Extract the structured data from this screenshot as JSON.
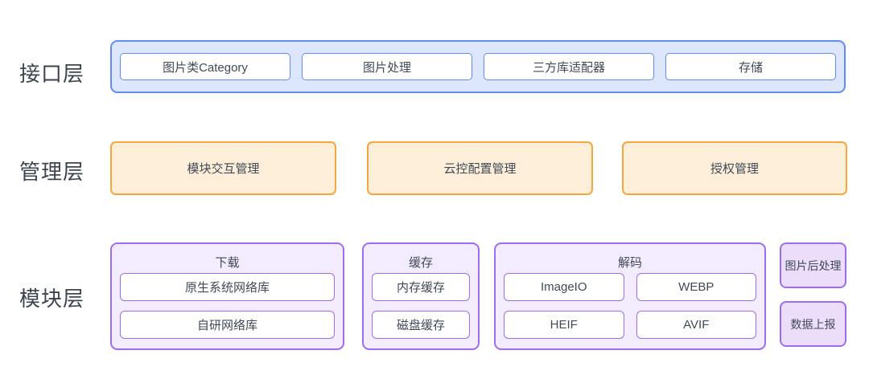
{
  "diagram": {
    "type": "layered-architecture",
    "colors": {
      "interface_fill": "#dde6fd",
      "interface_border": "#5e8cf7",
      "management_fill": "#fdeed9",
      "management_border": "#f6a73c",
      "module_fill": "#f3ebfe",
      "module_standalone_fill": "#ecdefb",
      "module_border": "#9d6cf4",
      "text": "#414957",
      "label_text": "#3d4450"
    }
  },
  "layers": [
    {
      "id": "interface",
      "label": "接口层",
      "items": [
        "图片类Category",
        "图片处理",
        "三方库适配器",
        "存储"
      ]
    },
    {
      "id": "management",
      "label": "管理层",
      "items": [
        "模块交互管理",
        "云控配置管理",
        "授权管理"
      ]
    },
    {
      "id": "module",
      "label": "模块层",
      "groups": [
        {
          "title": "下载",
          "children": [
            "原生系统网络库",
            "自研网络库"
          ]
        },
        {
          "title": "缓存",
          "children": [
            "内存缓存",
            "磁盘缓存"
          ]
        },
        {
          "title": "解码",
          "children": [
            "ImageIO",
            "WEBP",
            "HEIF",
            "AVIF"
          ]
        }
      ],
      "standalone": [
        "图片后处理",
        "数据上报"
      ]
    }
  ]
}
